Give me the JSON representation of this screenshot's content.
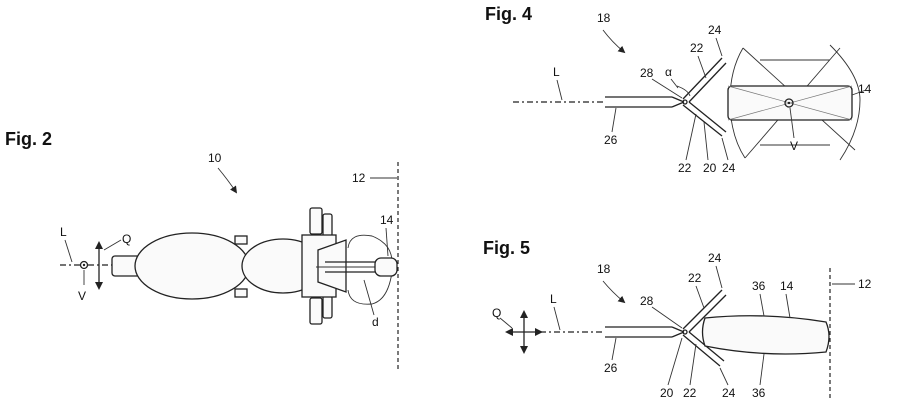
{
  "figures": {
    "fig2": {
      "title": "Fig. 2",
      "labels": {
        "vehicle": "10",
        "wall": "12",
        "pad": "14",
        "axis_l": "L",
        "axis_q": "Q",
        "axis_v": "V",
        "distance": "d"
      }
    },
    "fig4": {
      "title": "Fig. 4",
      "labels": {
        "assembly": "18",
        "axis_l": "L",
        "angle": "α",
        "joint": "28",
        "arm_upper": "22",
        "tip_upper": "24",
        "pad": "14",
        "rod": "26",
        "arm_lower": "22",
        "center": "20",
        "tip_lower": "24",
        "axis_v": "V"
      }
    },
    "fig5": {
      "title": "Fig. 5",
      "labels": {
        "assembly": "18",
        "axis_l": "L",
        "axis_q": "Q",
        "joint": "28",
        "arm_upper": "22",
        "tip_upper": "24",
        "edge_upper": "36",
        "pad": "14",
        "wall": "12",
        "rod": "26",
        "center": "20",
        "arm_lower": "22",
        "tip_lower": "24",
        "edge_lower": "36"
      }
    }
  }
}
